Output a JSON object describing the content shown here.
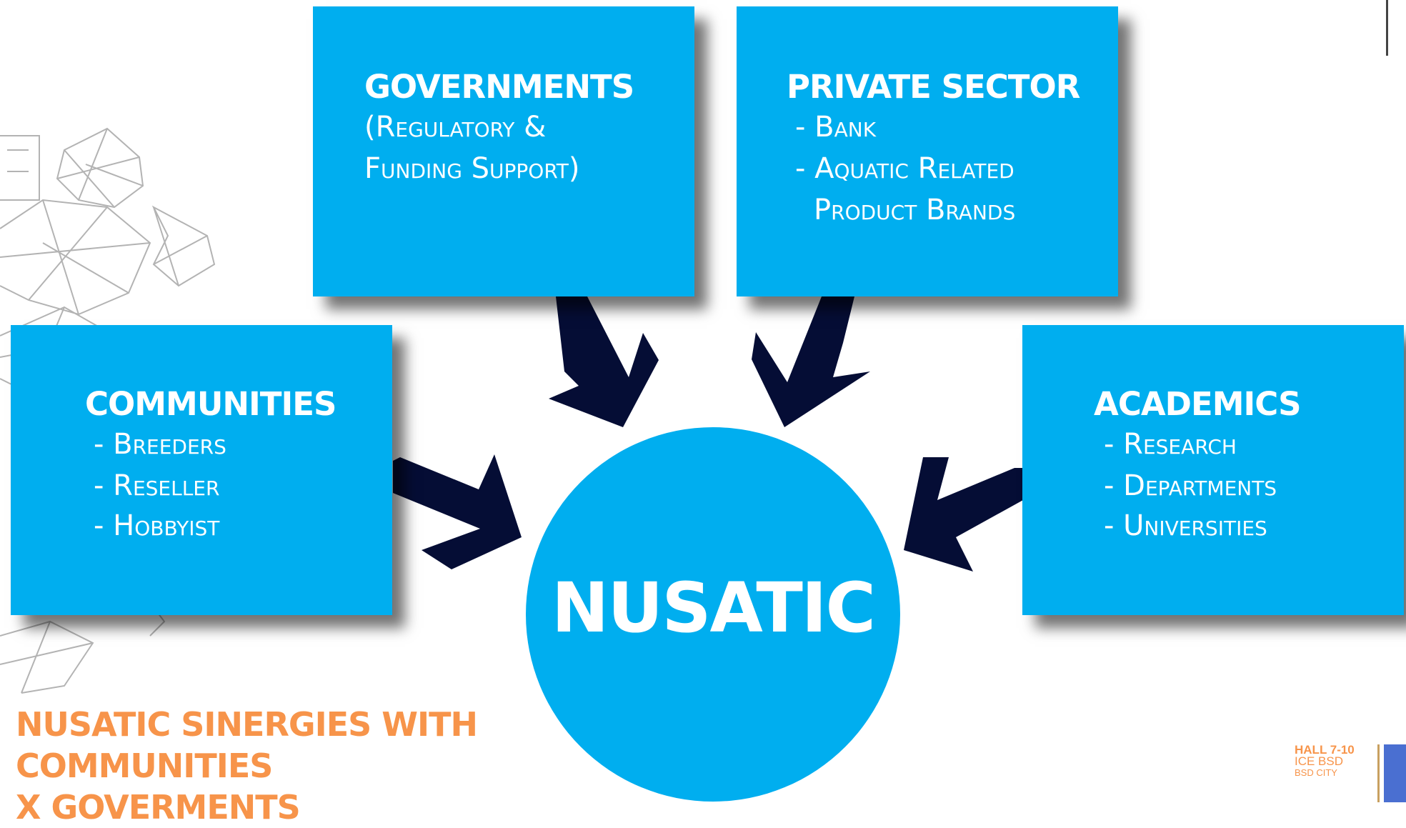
{
  "boxes": {
    "governments": {
      "title": "GOVERNMENTS",
      "lines": [
        "(Regulatory &",
        "Funding Support)"
      ]
    },
    "private_sector": {
      "title": "PRIVATE SECTOR",
      "lines": [
        "- Bank",
        "- Aquatic Related",
        "Product Brands"
      ]
    },
    "communities": {
      "title": "COMMUNITIES",
      "lines": [
        "- Breeders",
        "- Reseller",
        "- Hobbyist"
      ]
    },
    "academics": {
      "title": "ACADEMICS",
      "lines": [
        "- Research",
        "- Departments",
        "- Universities"
      ]
    }
  },
  "center": {
    "label": "NUSATIC"
  },
  "footer": {
    "title_lines": [
      "NUSATIC SINERGIES WITH",
      "COMMUNITIES",
      "X GOVERMENTS"
    ]
  },
  "logo": {
    "lines": [
      "HALL 7-10",
      "ICE BSD",
      "BSD CITY"
    ]
  },
  "colors": {
    "box_blue": "#00aeef",
    "arrow_navy": "#050d35",
    "title_orange": "#f7944a",
    "text_white": "#ffffff"
  }
}
